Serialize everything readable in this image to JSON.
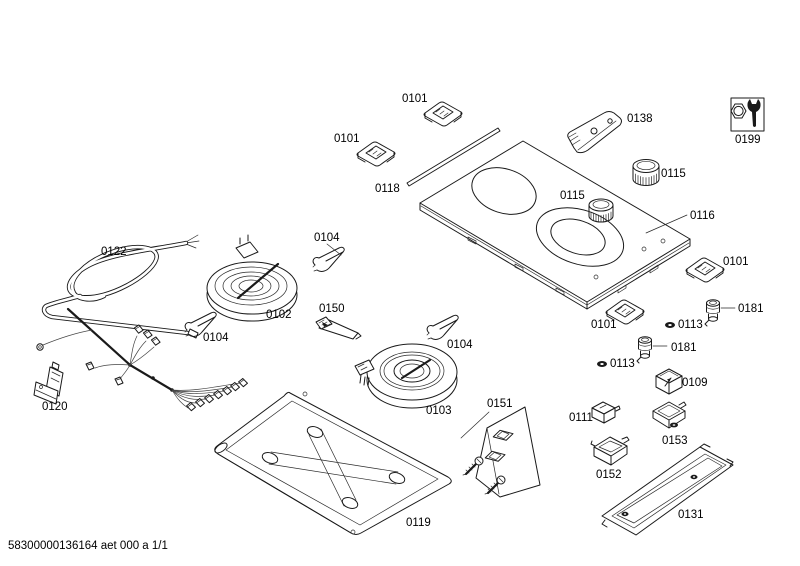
{
  "diagram": {
    "footer_code": "58300000136164 aet 000 a 1/1",
    "labels": {
      "top_clip": "0101",
      "left_clip": "0101",
      "right_clip": "0101",
      "bottom_clip": "0101",
      "mount_bracket": "0138",
      "service_tools": "0199",
      "knob_loose": "0115",
      "knob_fitted": "0115",
      "trim_strip": "0118",
      "hob_top": "0116",
      "mains_cable": "0122",
      "wire_clip_top": "0104",
      "wire_clip_left": "0104",
      "wire_clip_right": "0104",
      "element_single": "0102",
      "fixing_bracket": "0150",
      "plug_upper": "0181",
      "plug_lower": "0181",
      "washer_upper": "0113",
      "washer_lower": "0113",
      "element_dual": "0103",
      "clamp_box": "0109",
      "fixing_kit": "0151",
      "box_small": "0111",
      "holder_right": "0153",
      "holder_left": "0152",
      "bottom_pan": "0119",
      "support_tray": "0131",
      "terminal_block": "0120"
    }
  }
}
